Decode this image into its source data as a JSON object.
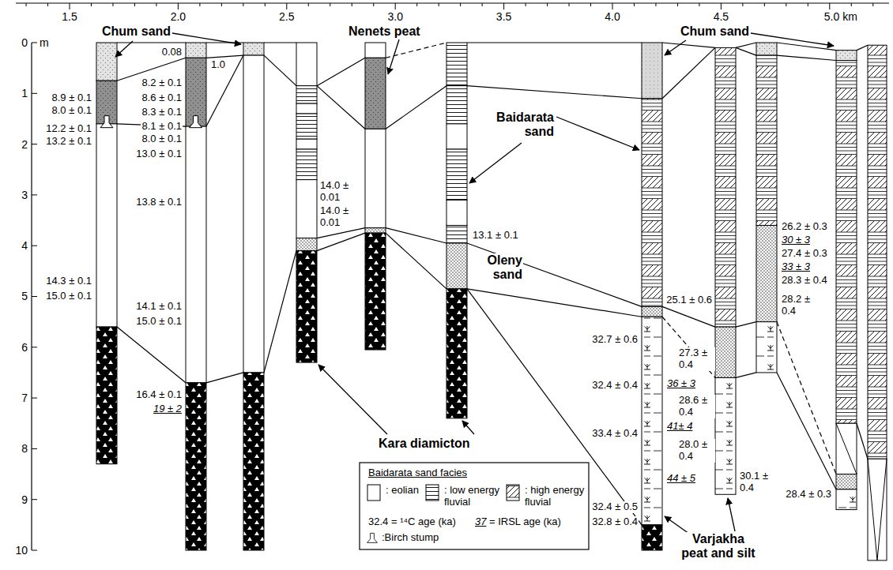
{
  "diagram": {
    "labels": [
      "1.5",
      "2.0",
      "2.5",
      "3.0",
      "3.5",
      "4.0",
      "4.5",
      "5.0 km",
      "0",
      "m",
      "1",
      "2",
      "3",
      "4",
      "5",
      "6",
      "7",
      "8",
      "9",
      "10",
      "Chum sand",
      "Nenets peat",
      "Chum sand",
      "Baidarata sand",
      "Oleny sand",
      "Kara diamicton",
      "Varjakha peat and silt",
      "8.9 ± 0.1",
      "8.0 ± 0.1",
      "12.2 ± 0.1",
      "13.2 ± 0.1",
      "14.3 ± 0.1",
      "15.0 ± 0.1",
      "0.08",
      "1.0",
      "8.2 ± 0.1",
      "8.6 ± 0.1",
      "8.3 ± 0.1",
      "8.1 ± 0.1",
      "8.0 ± 0.1",
      "13.0 ± 0.1",
      "13.8 ± 0.1",
      "14.1 ± 0.1",
      "15.0 ± 0.1",
      "16.4 ± 0.1",
      "19 ± 2",
      "14.0 ± 0.01",
      "14.0 ± 0.01",
      "13.1 ± 0.1",
      "32.7 ± 0.6",
      "32.4 ± 0.4",
      "33.4 ± 0.4",
      "32.4 ± 0.5",
      "32.8 ± 0.4",
      "36 ± 3",
      "41± 4",
      "44 ± 5",
      "25.1 ± 0.6",
      "27.3 ± 0.4",
      "28.6 ± 0.4",
      "28.0 ± 0.4",
      "30.1 ± 0.4",
      "26.2 ± 0.3",
      "30 ± 3",
      "27.4 ± 0.3",
      "33 ± 3",
      "28.3 ± 0.4",
      "28.2 ± 0.4",
      "28.4 ± 0.3",
      "Baidarata sand facies",
      "32.4",
      "= ¹⁴C age (ka)",
      "37",
      "= IRSL age (ka)"
    ],
    "legend": [
      {
        "text": ": eolian",
        "color": "#ffffff"
      },
      {
        "text": ": low energy fluvial"
      },
      {
        "text": ": high energy fluvial"
      },
      {
        "text": ":Birch stump"
      }
    ]
  }
}
